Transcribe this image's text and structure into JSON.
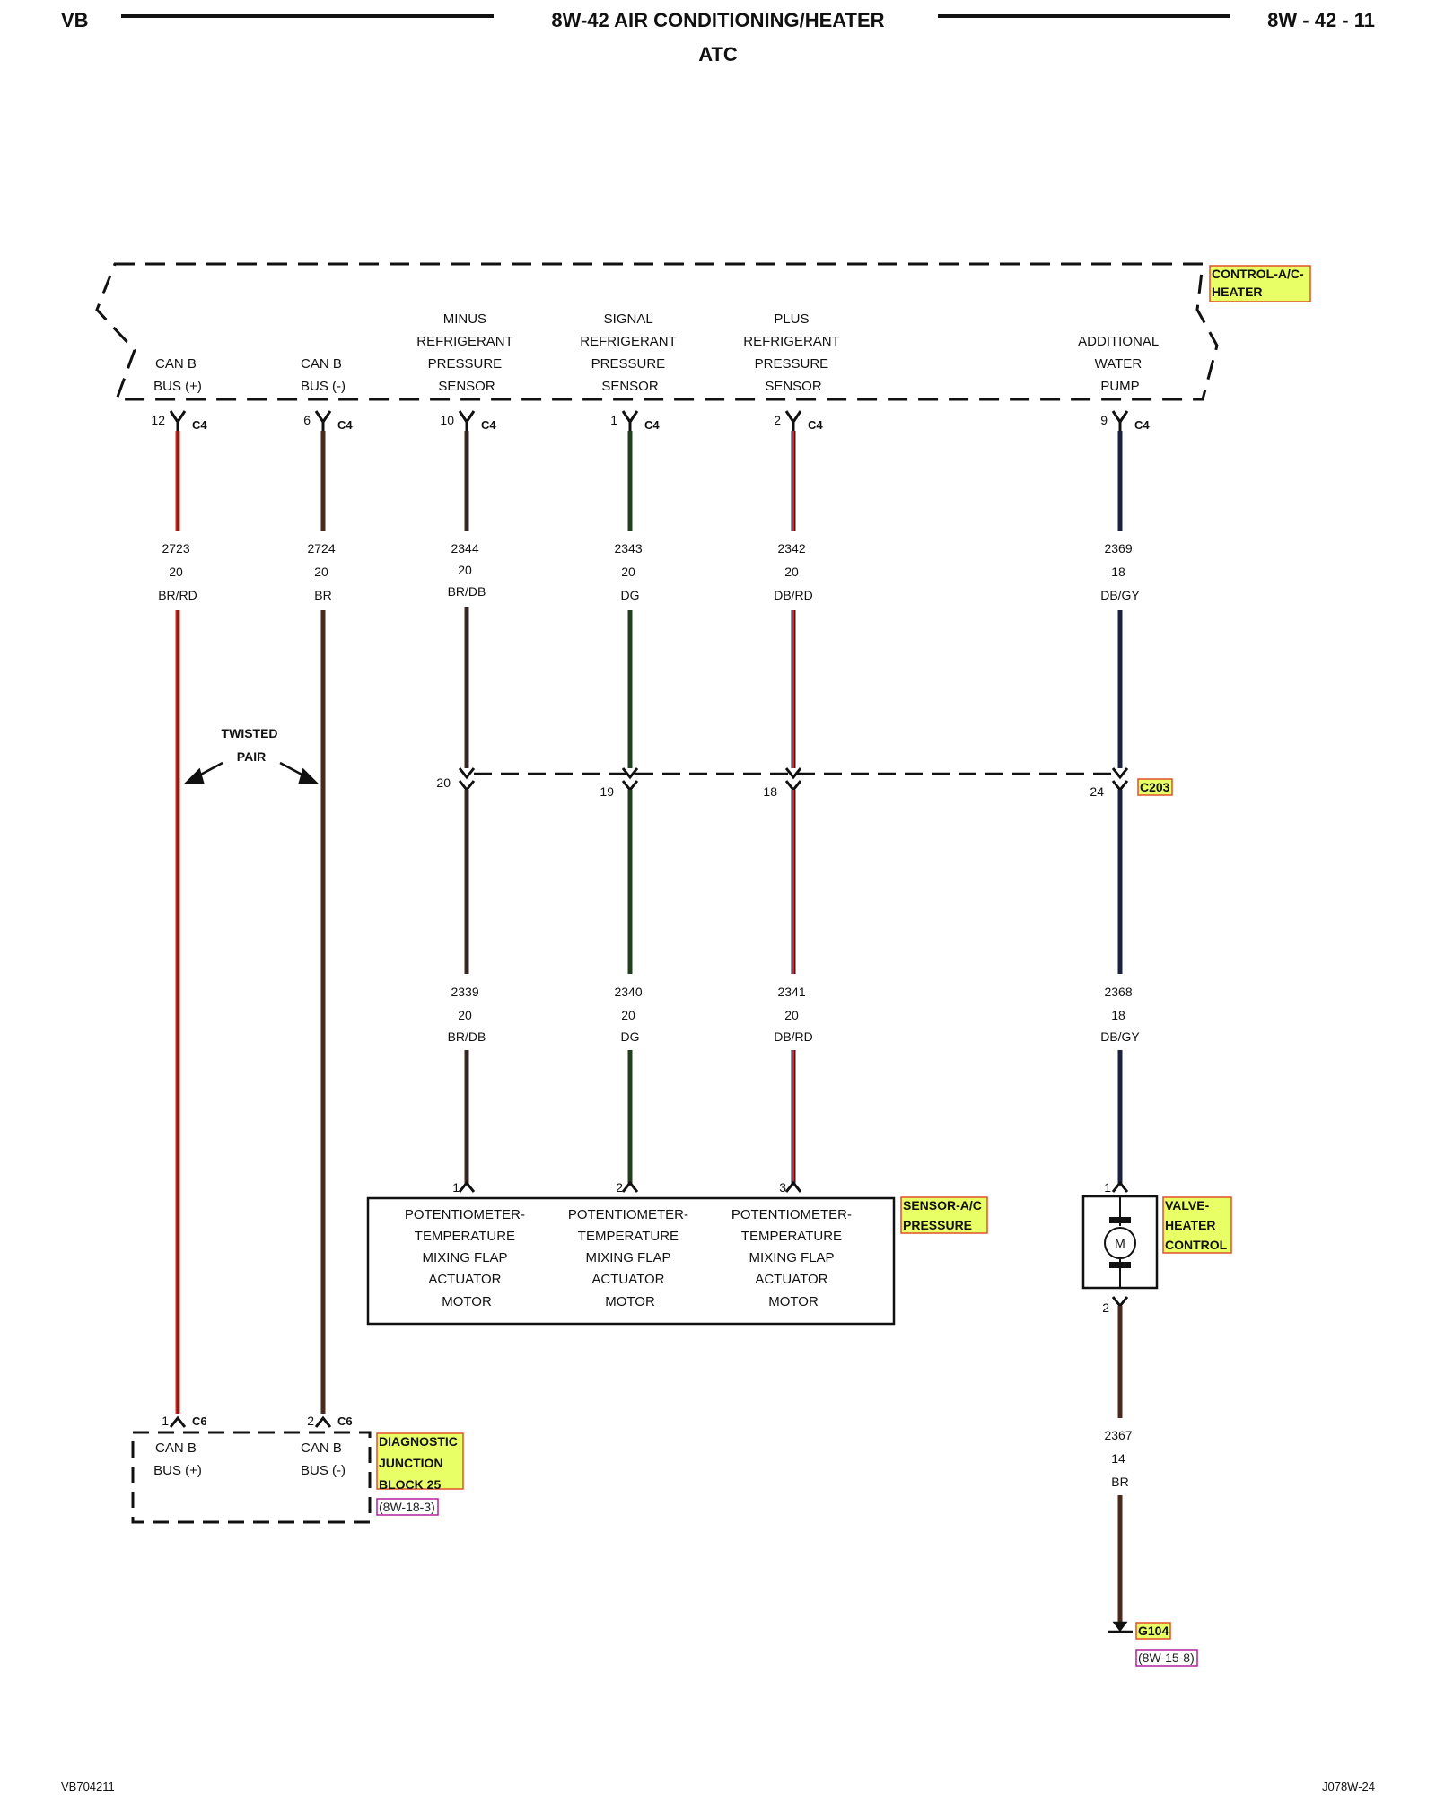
{
  "header": {
    "left": "VB",
    "title": "8W-42 AIR CONDITIONING/HEATER",
    "subtitle": "ATC",
    "page": "8W - 42 - 11"
  },
  "footer": {
    "left": "VB704211",
    "right": "J078W-24"
  },
  "modules": {
    "control": [
      "CONTROL-A/C-",
      "HEATER"
    ],
    "sensor": [
      "SENSOR-A/C",
      "PRESSURE"
    ],
    "valve": [
      "VALVE-",
      "HEATER",
      "CONTROL"
    ],
    "diag": [
      "DIAGNOSTIC",
      "JUNCTION",
      "BLOCK 25"
    ],
    "diag_ref": "(8W-18-3)",
    "ground": "G104",
    "ground_ref": "(8W-15-8)",
    "c203": "C203"
  },
  "twisted_pair": [
    "TWISTED",
    "PAIR"
  ],
  "motor_symbol": "M",
  "circuits": {
    "can_pos": {
      "label": [
        "CAN B",
        "BUS (+)"
      ],
      "pin": "12",
      "conn": "C4",
      "wire": [
        "2723",
        "20",
        "BR/RD"
      ],
      "c6_pin": "1",
      "c6": "C6",
      "diag_label": [
        "CAN B",
        "BUS (+)"
      ]
    },
    "can_neg": {
      "label": [
        "CAN B",
        "BUS (-)"
      ],
      "pin": "6",
      "conn": "C4",
      "wire": [
        "2724",
        "20",
        "BR"
      ],
      "c6_pin": "2",
      "c6": "C6",
      "diag_label": [
        "CAN B",
        "BUS (-)"
      ]
    },
    "minus": {
      "label": [
        "MINUS",
        "REFRIGERANT",
        "PRESSURE",
        "SENSOR"
      ],
      "pin": "10",
      "conn": "C4",
      "wire1": [
        "2344",
        "20",
        "BR/DB"
      ],
      "c203_pin": "20",
      "wire2": [
        "2339",
        "20",
        "BR/DB"
      ],
      "bottom_pin": "1",
      "box": [
        "POTENTIOMETER-",
        "TEMPERATURE",
        "MIXING FLAP",
        "ACTUATOR",
        "MOTOR"
      ]
    },
    "signal": {
      "label": [
        "SIGNAL",
        "REFRIGERANT",
        "PRESSURE",
        "SENSOR"
      ],
      "pin": "1",
      "conn": "C4",
      "wire1": [
        "2343",
        "20",
        "DG"
      ],
      "c203_pin": "19",
      "wire2": [
        "2340",
        "20",
        "DG"
      ],
      "bottom_pin": "2",
      "box": [
        "POTENTIOMETER-",
        "TEMPERATURE",
        "MIXING FLAP",
        "ACTUATOR",
        "MOTOR"
      ]
    },
    "plus": {
      "label": [
        "PLUS",
        "REFRIGERANT",
        "PRESSURE",
        "SENSOR"
      ],
      "pin": "2",
      "conn": "C4",
      "wire1": [
        "2342",
        "20",
        "DB/RD"
      ],
      "c203_pin": "18",
      "wire2": [
        "2341",
        "20",
        "DB/RD"
      ],
      "bottom_pin": "3",
      "box": [
        "POTENTIOMETER-",
        "TEMPERATURE",
        "MIXING FLAP",
        "ACTUATOR",
        "MOTOR"
      ]
    },
    "pump": {
      "label": [
        "ADDITIONAL",
        "WATER",
        "PUMP"
      ],
      "pin": "9",
      "conn": "C4",
      "wire1": [
        "2369",
        "18",
        "DB/GY"
      ],
      "c203_pin": "24",
      "wire2": [
        "2368",
        "18",
        "DB/GY"
      ],
      "valve_pin1": "1",
      "valve_pin2": "2",
      "wire3": [
        "2367",
        "14",
        "BR"
      ]
    }
  },
  "colors": {
    "red": "#d8261f",
    "brown": "#4a2a1c",
    "dark_green": "#1f3f1f",
    "dark_blue": "#1b2240",
    "tag_fill": "#e8ff66",
    "tag_stroke": "#e0502a",
    "ref_stroke": "#b0209a"
  }
}
